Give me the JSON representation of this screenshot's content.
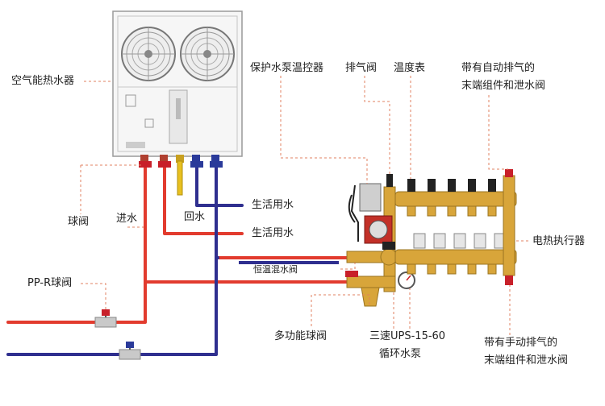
{
  "colors": {
    "hot_pipe": "#e23b2e",
    "cold_pipe": "#2f2f8f",
    "leader": "#e08060",
    "unit_fill": "#f4f4f4",
    "brass": "#d8a53a",
    "valve_red": "#c8202a",
    "valve_blue": "#2a3a9a"
  },
  "labels": {
    "heat_pump": "空气能热水器",
    "ball_valve": "球阀",
    "water_in": "进水",
    "water_return": "回水",
    "domestic_water_1": "生活用水",
    "domestic_water_2": "生活用水",
    "thermostatic_mixing_valve": "恒温混水阀",
    "ppr_ball_valve": "PP-R球阀",
    "pump_thermostat": "保护水泵温控器",
    "air_vent": "排气阀",
    "thermometer": "温度表",
    "auto_vent_end": [
      "带有自动排气的",
      "末端组件和泄水阀"
    ],
    "electric_actuator": "电热执行器",
    "multi_ball_valve": "多功能球阀",
    "pump_model": [
      "三速UPS-15-60",
      "循环水泵"
    ],
    "manual_vent_end": [
      "带有手动排气的",
      "末端组件和泄水阀"
    ]
  }
}
